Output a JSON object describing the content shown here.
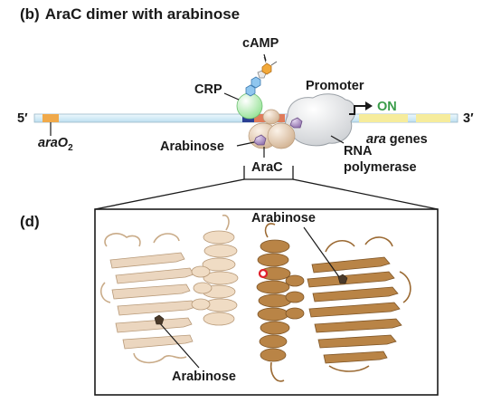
{
  "panel_b": {
    "letter": "(b)",
    "title": "AraC dimer with arabinose"
  },
  "panel_d": {
    "letter": "(d)"
  },
  "labels": {
    "camp": "cAMP",
    "crp": "CRP",
    "promoter": "Promoter",
    "on": "ON",
    "five_prime": "5′",
    "three_prime": "3′",
    "ara_o2_main": "araO",
    "ara_o2_sub": "2",
    "arabinose_top": "Arabinose",
    "arac": "AraC",
    "ara_genes_italic": "ara",
    "ara_genes_rest": " genes",
    "rna_pol_line1": "RNA",
    "rna_pol_line2": "polymerase",
    "arabinose_struct_top": "Arabinose",
    "arabinose_struct_bottom": "Arabinose"
  },
  "colors": {
    "dna_strand": "#d6ecf6",
    "dna_outline": "#9ab8c8",
    "ara_o2_site": "#f0a94a",
    "ara_genes": "#f6ec9c",
    "crp": "#bff0c2",
    "camp": "#f2a93a",
    "arac": "#e6cfb6",
    "arabinose": "#a98cc2",
    "rna_polymerase": "#e3e5e7",
    "on_text": "#3a9d4a",
    "protein_light": "#ebd6bf",
    "protein_dark": "#b57f3f"
  }
}
